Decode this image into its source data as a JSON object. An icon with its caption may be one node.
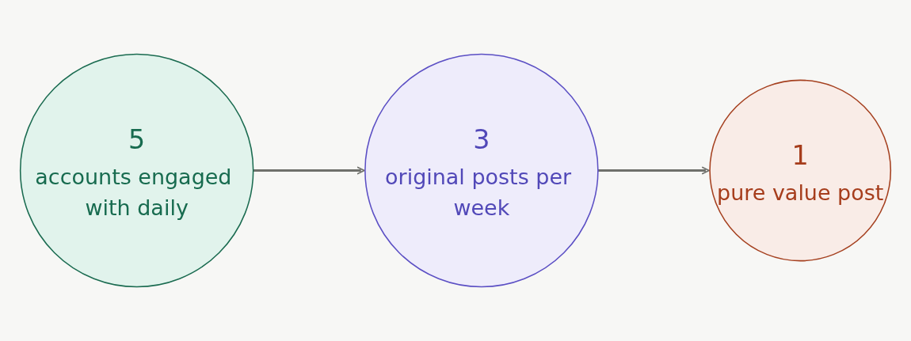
{
  "diagram": {
    "nodes": [
      {
        "text": [
          "5",
          "accounts engaged with daily"
        ]
      },
      {
        "text": [
          "3",
          "original posts per week"
        ]
      },
      {
        "text": [
          "1",
          "pure value post"
        ]
      }
    ],
    "edges": [
      {
        "from": 0,
        "to": 1,
        "arrow": "to"
      },
      {
        "from": 1,
        "to": 2,
        "arrow": "to"
      }
    ]
  }
}
